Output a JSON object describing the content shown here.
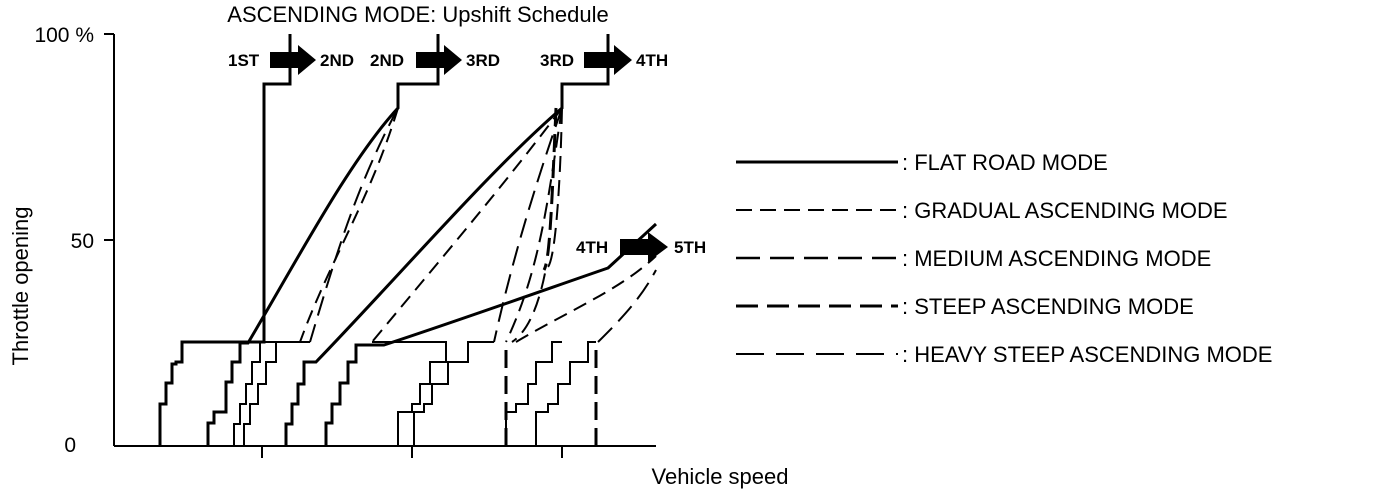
{
  "chart_data": {
    "type": "line",
    "title": "ASCENDING MODE: Upshift Schedule",
    "xlabel": "Vehicle speed",
    "ylabel": "Throttle opening",
    "y_ticks": [
      "100 %",
      "50",
      "0"
    ],
    "ylim": [
      0,
      100
    ],
    "grid": false,
    "legend_placement": "right",
    "shift_labels": [
      {
        "from": "1ST",
        "to": "2ND"
      },
      {
        "from": "2ND",
        "to": "3RD"
      },
      {
        "from": "3RD",
        "to": "4TH"
      },
      {
        "from": "4TH",
        "to": "5TH"
      }
    ],
    "series": [
      {
        "name": "FLAT ROAD MODE"
      },
      {
        "name": "GRADUAL ASCENDING MODE"
      },
      {
        "name": "MEDIUM ASCENDING MODE"
      },
      {
        "name": "STEEP ASCENDING MODE"
      },
      {
        "name": "HEAVY STEEP ASCENDING MODE"
      }
    ]
  }
}
